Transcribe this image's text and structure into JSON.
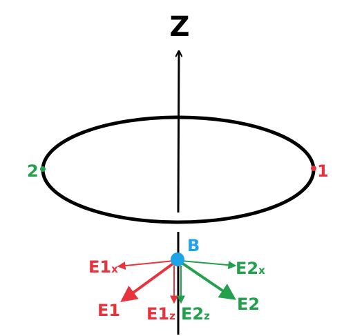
{
  "axis": {
    "label": "Z"
  },
  "ring": {
    "point1_label": "1",
    "point2_label": "2"
  },
  "field_point": {
    "label": "B"
  },
  "vectors": {
    "e1x": {
      "main": "E1",
      "sub": "x"
    },
    "e2x": {
      "main": "E2",
      "sub": "x"
    },
    "e1": {
      "main": "E1",
      "sub": ""
    },
    "e2": {
      "main": "E2",
      "sub": ""
    },
    "e1z": {
      "main": "E1",
      "sub": "z"
    },
    "e2z": {
      "main": "E2",
      "sub": "z"
    }
  },
  "colors": {
    "black": "#000000",
    "red": "#e8323c",
    "green": "#22a04b",
    "blue": "#1ea3e8"
  }
}
